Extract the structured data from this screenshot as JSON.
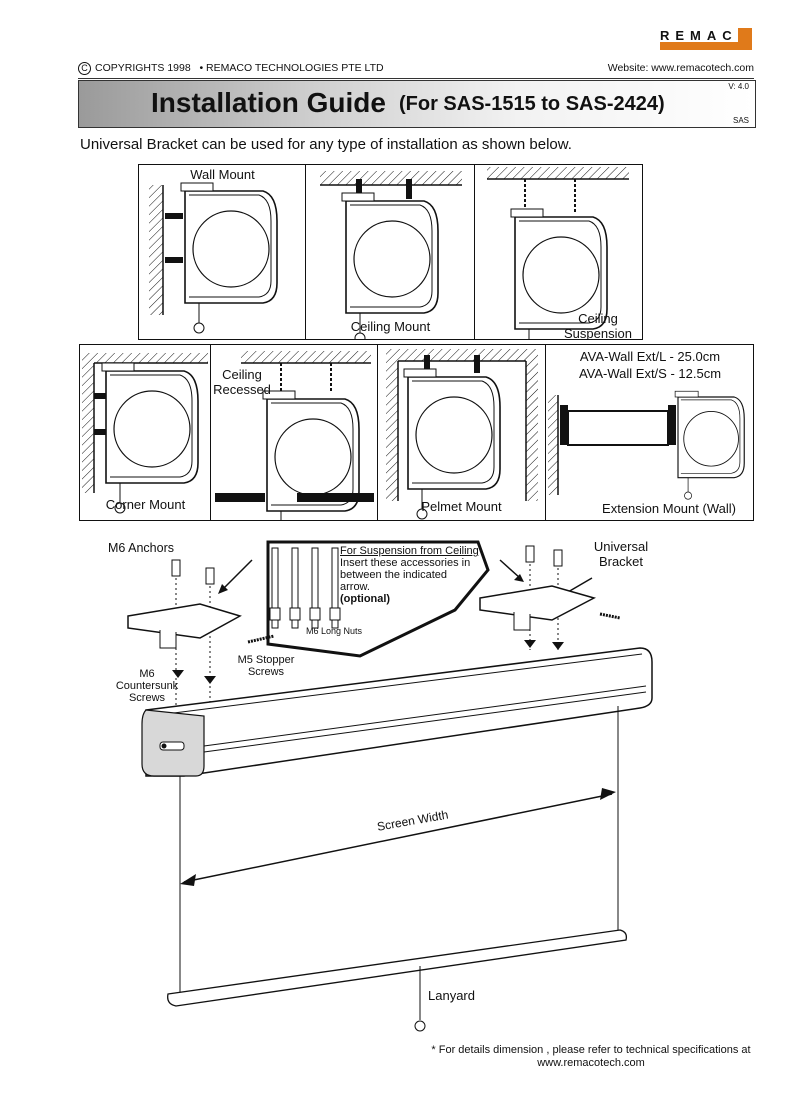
{
  "brand": {
    "logo": "REMACO",
    "logo_color": "#e07a1a"
  },
  "header": {
    "copyright": "COPYRIGHTS 1998",
    "company": "• REMACO TECHNOLOGIES PTE LTD",
    "website": "Website: www.remacotech.com",
    "version": "V: 4.0",
    "code": "SAS"
  },
  "title": {
    "main": "Installation Guide",
    "sub": "(For SAS-1515 to SAS-2424)"
  },
  "intro": "Universal Bracket can be used for any type of installation as shown below.",
  "mounts": {
    "wall": "Wall Mount",
    "ceiling": "Ceiling Mount",
    "suspension": "Ceiling Suspension",
    "corner": "Corner Mount",
    "recessed": "Ceiling Recessed",
    "pelmet": "Pelmet Mount",
    "extension": "Extension Mount (Wall)",
    "ext_long": "AVA-Wall Ext/L - 25.0cm",
    "ext_short": "AVA-Wall Ext/S - 12.5cm"
  },
  "parts": {
    "anchors": "M6 Anchors",
    "suspension_title": "For Suspension from Ceiling",
    "suspension_text": "Insert these accessories in between the indicated arrow.",
    "optional": "(optional)",
    "long_nuts": "M6 Long Nuts",
    "universal_bracket": "Universal Bracket",
    "countersunk": "M6 Countersunk Screws",
    "stopper": "M5 Stopper Screws",
    "screen_width": "Screen Width",
    "lanyard": "Lanyard"
  },
  "footnote": "* For details dimension , please refer to technical specifications at www.remacotech.com"
}
